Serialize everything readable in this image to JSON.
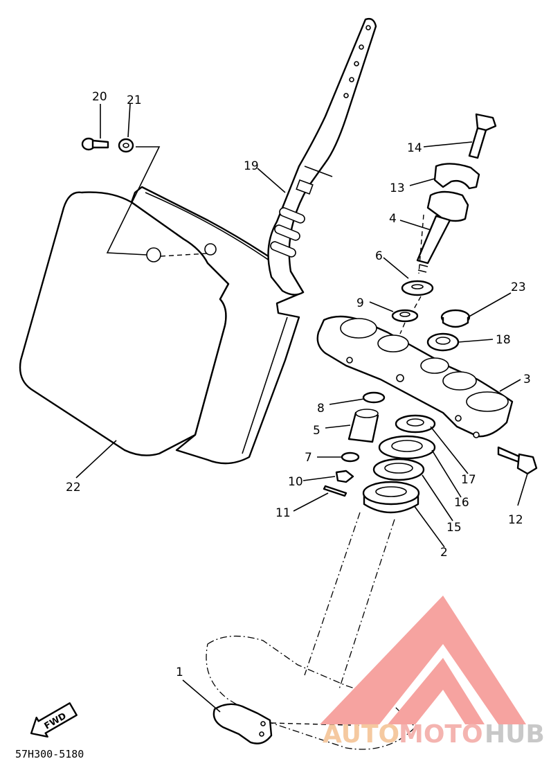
{
  "diagram": {
    "part_numbers": [
      "1",
      "2",
      "3",
      "4",
      "5",
      "6",
      "7",
      "8",
      "9",
      "10",
      "11",
      "12",
      "13",
      "14",
      "15",
      "16",
      "17",
      "18",
      "19",
      "20",
      "21",
      "22",
      "23"
    ],
    "fwd_label": "FWD",
    "drawing_code": "57H300-5180"
  },
  "watermark": {
    "word_auto": "AUTO",
    "word_moto": "MOTO",
    "word_hub": "HUB"
  }
}
